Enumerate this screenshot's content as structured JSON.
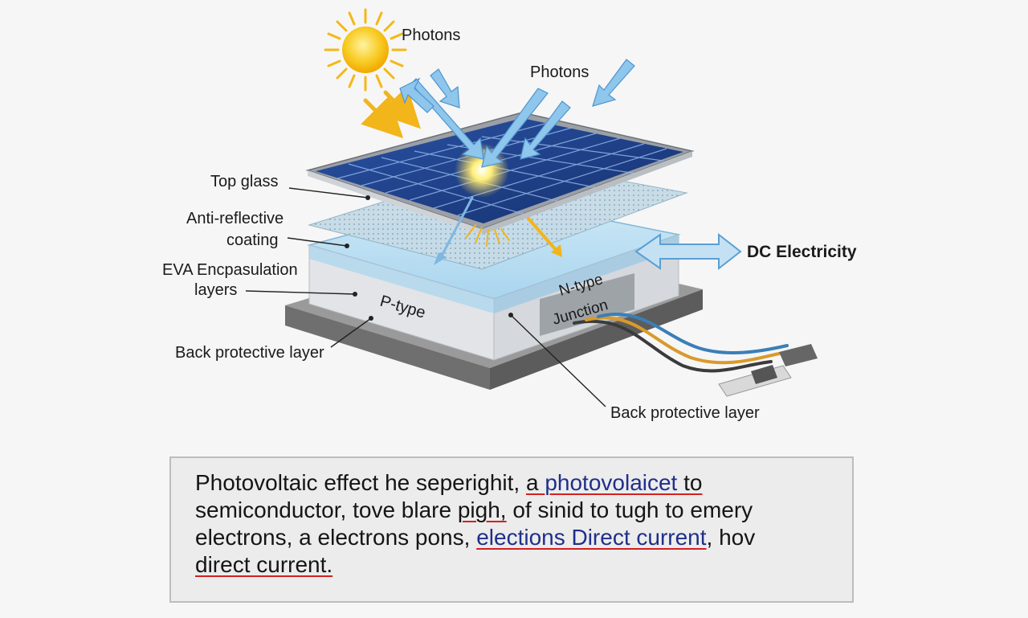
{
  "labels": {
    "photons_1": "Photons",
    "photons_2": "Photons",
    "top_glass": "Top glass",
    "anti_reflective_1": "Anti-reflective",
    "anti_reflective_2": "coating",
    "eva_1": "EVA Encpasulation",
    "eva_2": "layers",
    "p_type": "P-type",
    "n_type": "N-type",
    "junction": "Junction",
    "back_layer_left": "Back protective layer",
    "back_layer_right": "Back protective layer",
    "dc_electricity": "DC Electricity"
  },
  "caption": {
    "seg1": "Photovoltaic effect he seperighit, ",
    "seg2": "a ",
    "seg3": "photovolaicet",
    "seg4": " to",
    "seg5": "semiconductor, tove blare ",
    "seg6": "pigh,",
    "seg7": " of sinid to tugh to emery",
    "seg8": "electrons, a electrons pons, ",
    "seg9": "elections Direct current",
    "seg10": ", hov",
    "seg11": "direct current."
  },
  "colors": {
    "panel_blue": "#1e3f86",
    "glass_blue": "#b9dcef",
    "sun_yellow": "#f6c21a",
    "photon_blue": "#5aa6de",
    "link_blue": "#1f2f8a",
    "underline_red": "#d32020"
  }
}
